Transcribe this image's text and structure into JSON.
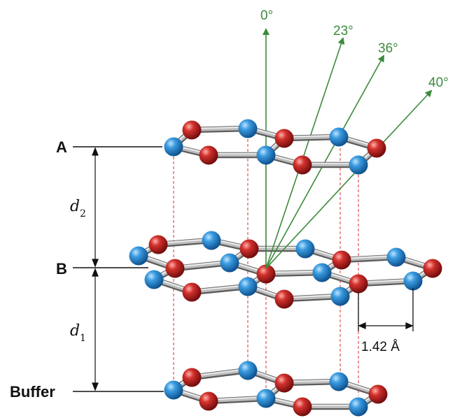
{
  "diagram": {
    "layers": {
      "top": "A",
      "middle": "B",
      "bottom": "Buffer"
    },
    "spacings": {
      "upper": {
        "symbol": "d",
        "subscript": "2"
      },
      "lower": {
        "symbol": "d",
        "subscript": "1"
      }
    },
    "bond_length": "1.42 Å",
    "angles": [
      "0°",
      "23°",
      "36°",
      "40°"
    ],
    "colors": {
      "sublattice_a": "#2a8fd6",
      "sublattice_b": "#c82024",
      "bond": "#a8a8a8",
      "beam": "#3c8a3c",
      "projection": "#e05050"
    }
  }
}
